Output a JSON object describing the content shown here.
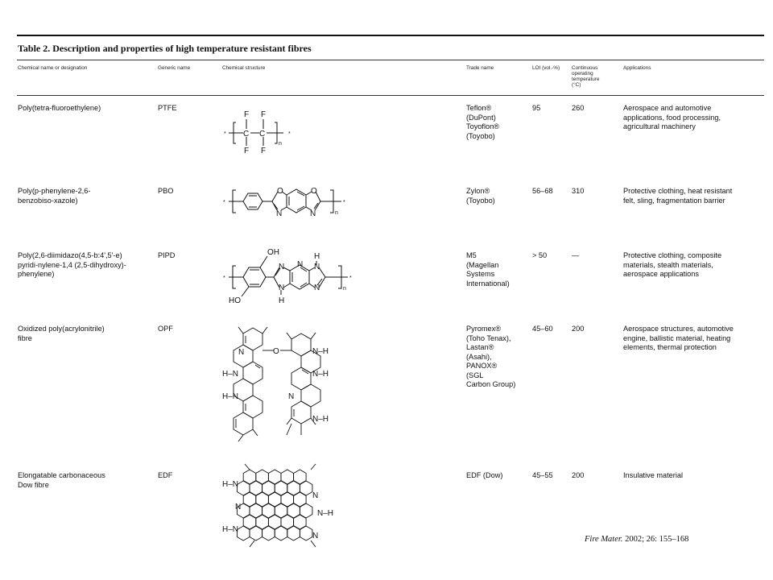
{
  "table": {
    "title": "Table 2.  Description and properties of high temperature resistant fibres",
    "headers": {
      "chemical_name": "Chemical name or designation",
      "generic_name": "Generic name",
      "structure": "Chemical structure",
      "trade_name": "Trade name",
      "loi": "LOI (vol.-%)",
      "temp_line1": "Continuous",
      "temp_line2": "operating",
      "temp_line3": "temperature",
      "temp_line4": "(°C)",
      "applications": "Applications"
    },
    "rows": [
      {
        "name_lines": [
          "Poly(tetra-fluoroethylene)"
        ],
        "generic": "PTFE",
        "trade_lines": [
          "Teflon®",
          "(DuPont)",
          "Toyoflon®",
          "(Toyobo)"
        ],
        "loi": "95",
        "temp": "260",
        "app_lines": [
          "Aerospace and automotive",
          "applications, food processing,",
          "agricultural machinery"
        ]
      },
      {
        "name_lines": [
          "Poly(p-phenylene-2,6-",
          "benzobiso-xazole)"
        ],
        "generic": "PBO",
        "trade_lines": [
          "Zylon®",
          "(Toyobo)"
        ],
        "loi": "56–68",
        "temp": "310",
        "app_lines": [
          "Protective clothing, heat resistant",
          "felt, sling, fragmentation barrier"
        ]
      },
      {
        "name_lines": [
          "Poly(2,6-diimidazo(4,5-b:4',5'-e)",
          "pyridi-nylene-1,4 (2,5-dihydroxy)-",
          "phenylene)"
        ],
        "generic": "PIPD",
        "trade_lines": [
          "M5",
          "(Magellan",
          "Systems",
          "International)"
        ],
        "loi": "> 50",
        "temp": "—",
        "app_lines": [
          "Protective clothing, composite",
          "materials, stealth materials,",
          "aerospace applications"
        ]
      },
      {
        "name_lines": [
          "Oxidized poly(acrylonitrile)",
          "fibre"
        ],
        "generic": "OPF",
        "trade_lines": [
          "Pyromex®",
          "(Toho Tenax),",
          "Lastan®",
          "(Asahi),",
          "PANOX®",
          "(SGL",
          "Carbon Group)"
        ],
        "loi": "45–60",
        "temp": "200",
        "app_lines": [
          "Aerospace structures, automotive",
          "engine, ballistic material, heating",
          "elements, thermal protection"
        ]
      },
      {
        "name_lines": [
          "Elongatable carbonaceous",
          "Dow fibre"
        ],
        "generic": "EDF",
        "trade_lines": [
          "EDF (Dow)"
        ],
        "loi": "45–55",
        "temp": "200",
        "app_lines": [
          "Insulative material"
        ]
      }
    ]
  },
  "structures": {
    "ptfe": {
      "f": "F",
      "c": "C",
      "n": "n",
      "star": "*"
    },
    "pbo": {
      "o": "O",
      "n": "N",
      "sub": "n",
      "star": "*"
    },
    "pipd": {
      "oh": "OH",
      "ho": "HO",
      "n": "N",
      "h": "H",
      "sub": "n",
      "star": "*"
    },
    "opf": {
      "n": "N",
      "h": "H",
      "o": "O",
      "nh": "N–H",
      "hn": "H–N"
    },
    "edf": {
      "hn": "H–N",
      "nh": "N–H",
      "n": "N"
    }
  },
  "citation": {
    "journal": "Fire Mater.",
    "details": " 2002; 26: 155–168"
  }
}
